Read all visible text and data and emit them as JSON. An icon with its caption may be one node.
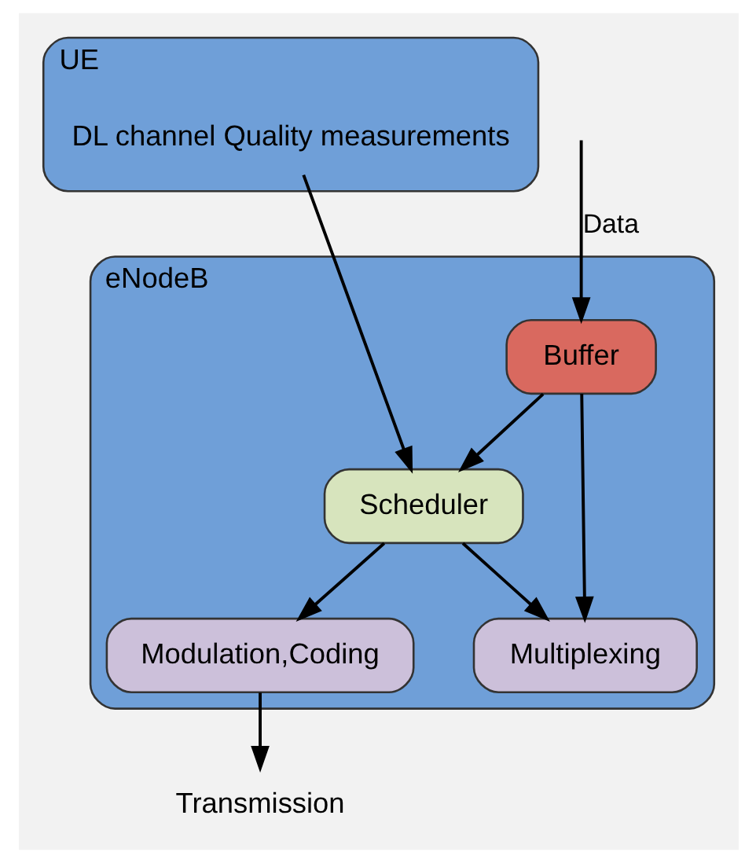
{
  "diagram": {
    "nodes": [
      {
        "text": [
          "eNodeB"
        ]
      },
      {
        "text": [
          "Buffer"
        ],
        "in": 0
      },
      {
        "text": [
          "Scheduler"
        ],
        "in": 0
      },
      {
        "text": [
          "Multiplexing"
        ],
        "in": 0
      },
      {
        "text": [
          "Modulation,Coding"
        ],
        "in": 0
      },
      {
        "text": [
          "Transmission"
        ]
      },
      {
        "text": [
          "UE"
        ]
      },
      {
        "text": [
          "DL channel Quality measurements"
        ],
        "in": 6
      }
    ],
    "edges": [
      {
        "from": null,
        "to": 1,
        "arrow": "to",
        "label": "Data"
      },
      {
        "from": 1,
        "to": 2,
        "arrow": "to"
      },
      {
        "from": 1,
        "to": 3,
        "arrow": "to"
      },
      {
        "from": 2,
        "to": 3,
        "arrow": "to"
      },
      {
        "from": 2,
        "to": 4,
        "arrow": "to"
      },
      {
        "from": 4,
        "to": 5,
        "arrow": "to"
      },
      {
        "from": 7,
        "to": 2,
        "arrow": "to"
      }
    ]
  }
}
